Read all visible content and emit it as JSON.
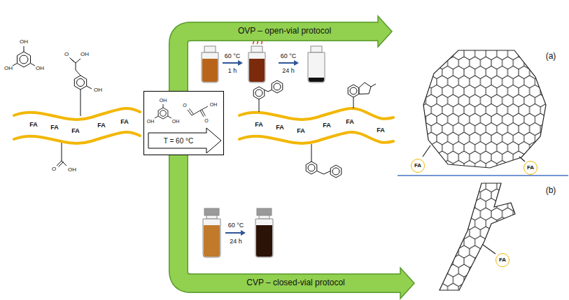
{
  "diagram": {
    "nodes": [
      {
        "text": [
          "FA",
          "FA",
          "FA",
          "FA",
          "FA"
        ]
      },
      {
        "text": [
          "T = 60 °C"
        ]
      },
      {
        "text": [
          "FA",
          "FA",
          "FA",
          "FA",
          "FA",
          "FA"
        ]
      },
      {
        "text": [
          "(a)",
          "FA",
          "FA"
        ]
      },
      {
        "text": [
          "(b)",
          "FA"
        ]
      }
    ],
    "edges": [
      {
        "from": 1,
        "to": 3,
        "arrow": "to",
        "label": "OVP – open-vial protocol"
      },
      {
        "from": 1,
        "to": 4,
        "arrow": "to",
        "label": "CVP – closed-vial protocol"
      }
    ],
    "labels": [
      "OH",
      "OH",
      "OH",
      "O",
      "OH",
      "OH",
      "O",
      "OH",
      "OH",
      "OH",
      "OH",
      "O",
      "OH",
      "O",
      "60 °C",
      "1 h",
      "60 °C",
      "24 h",
      "60 °C",
      "24 h"
    ]
  }
}
